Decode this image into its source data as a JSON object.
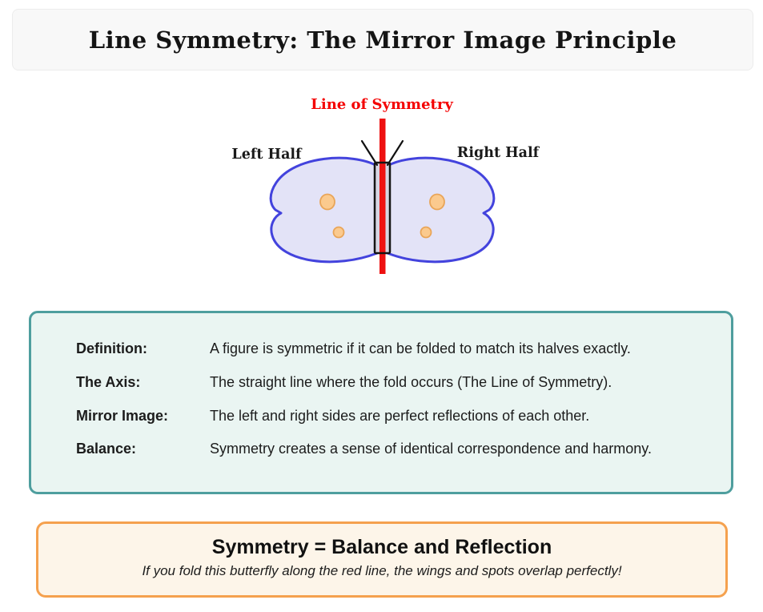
{
  "title": "Line Symmetry: The Mirror Image Principle",
  "diagram": {
    "axis_label": "Line of Symmetry",
    "left_label": "Left Half",
    "right_label": "Right Half",
    "colors": {
      "axis_red": "#ee1111",
      "axis_text": "#f40000",
      "wing_fill": "#e3e3f7",
      "wing_stroke": "#4343dd",
      "spot_fill": "#fbca8e",
      "spot_stroke": "#e9a558",
      "body_fill": "#d6d6e4",
      "body_stroke": "#141414",
      "antenna": "#111111"
    }
  },
  "definitions": {
    "border_color": "#4e9e9e",
    "bg_color": "#eaf5f2",
    "rows": [
      {
        "label": "Definition:",
        "text": "A figure is symmetric if it can be folded to match its halves exactly."
      },
      {
        "label": "The Axis:",
        "text": "The straight line where the fold occurs (The Line of Symmetry)."
      },
      {
        "label": "Mirror Image:",
        "text": "The left and right sides are perfect reflections of each other."
      },
      {
        "label": "Balance:",
        "text": "Symmetry creates a sense of identical correspondence and harmony."
      }
    ]
  },
  "summary": {
    "border_color": "#f5a14e",
    "bg_color": "#fdf5e9",
    "heading": "Symmetry = Balance and Reflection",
    "subtext": "If you fold this butterfly along the red line, the wings and spots overlap perfectly!"
  }
}
